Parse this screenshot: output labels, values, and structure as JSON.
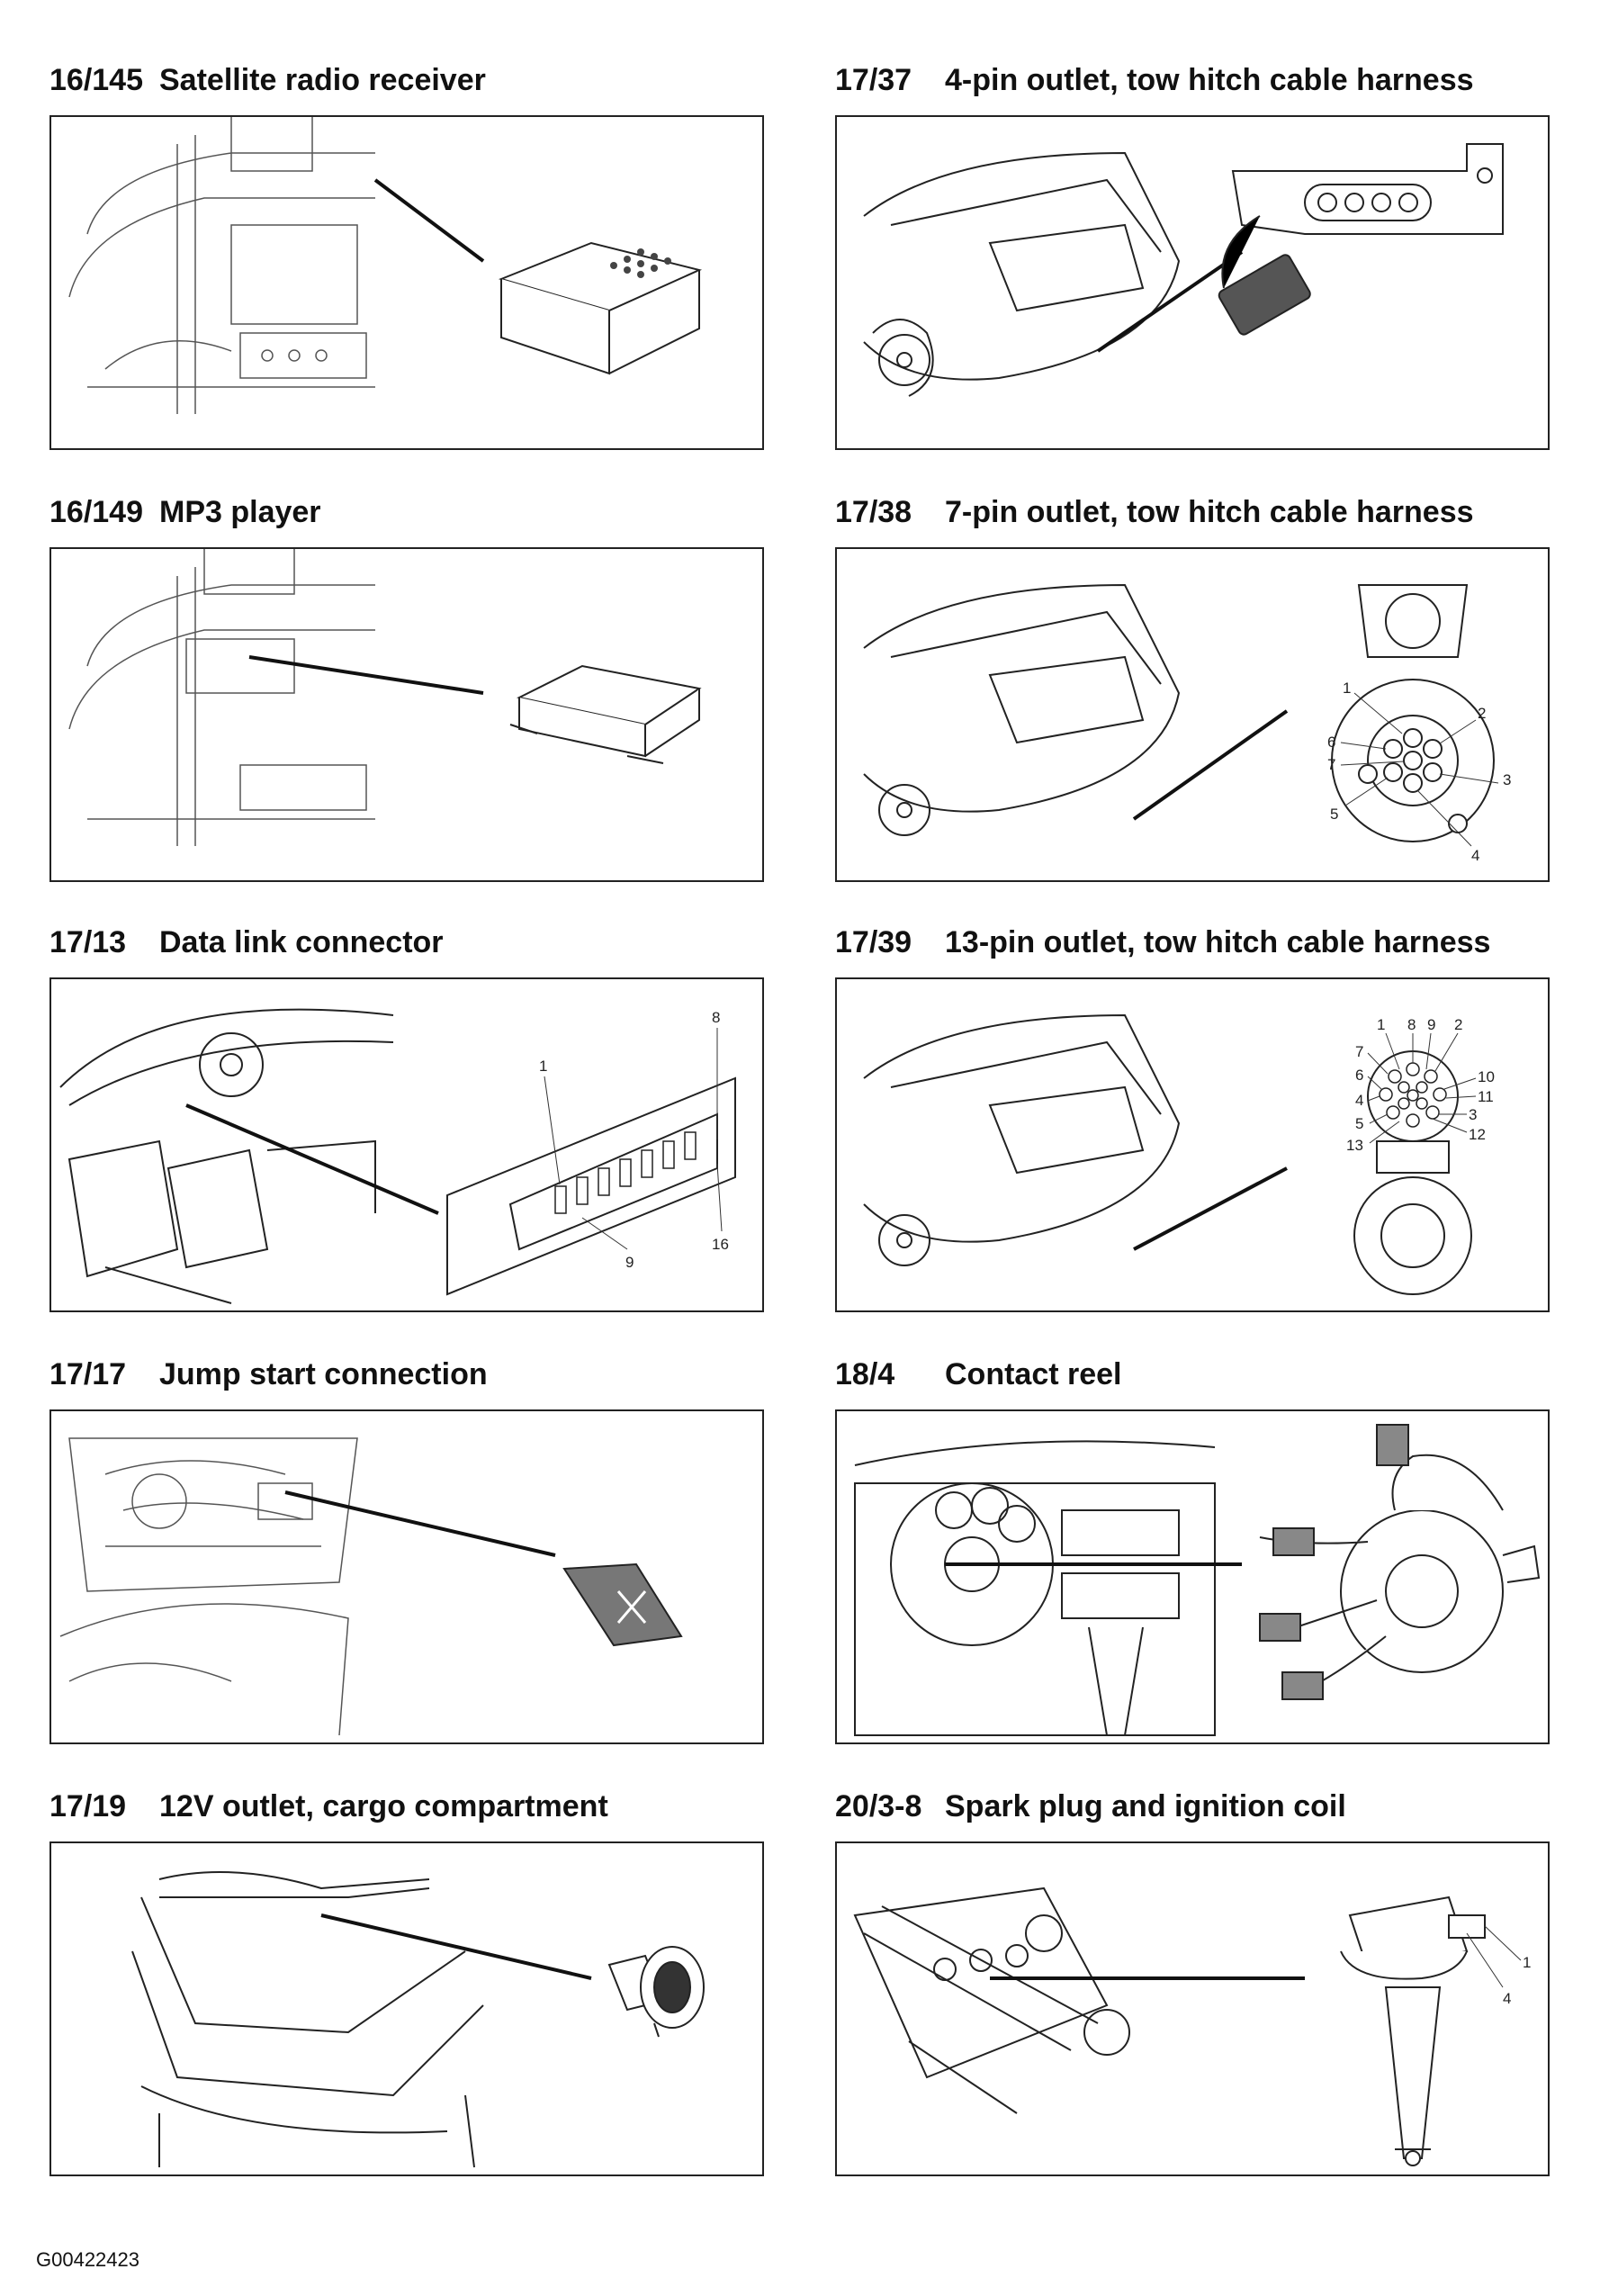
{
  "panels": [
    {
      "code": "16/145",
      "title": "Satellite radio receiver"
    },
    {
      "code": "17/37",
      "title": "4-pin outlet, tow hitch cable harness"
    },
    {
      "code": "16/149",
      "title": "MP3 player"
    },
    {
      "code": "17/38",
      "title": "7-pin outlet, tow hitch cable harness"
    },
    {
      "code": "17/13",
      "title": "Data link connector"
    },
    {
      "code": "17/39",
      "title": "13-pin outlet, tow hitch cable harness"
    },
    {
      "code": "17/17",
      "title": "Jump start connection"
    },
    {
      "code": "18/4",
      "title": "Contact reel"
    },
    {
      "code": "17/19",
      "title": "12V outlet, cargo compartment"
    },
    {
      "code": "20/3-8",
      "title": "Spark plug and ignition coil"
    }
  ],
  "callouts": {
    "dlc": [
      "1",
      "8",
      "9",
      "16"
    ],
    "pin7": [
      "1",
      "2",
      "3",
      "4",
      "5",
      "6",
      "7"
    ],
    "pin13": [
      "1",
      "8",
      "9",
      "2",
      "7",
      "6",
      "4",
      "5",
      "13",
      "10",
      "11",
      "3",
      "12"
    ],
    "coil": [
      "1",
      "4"
    ]
  },
  "footer_code": "G00422423"
}
